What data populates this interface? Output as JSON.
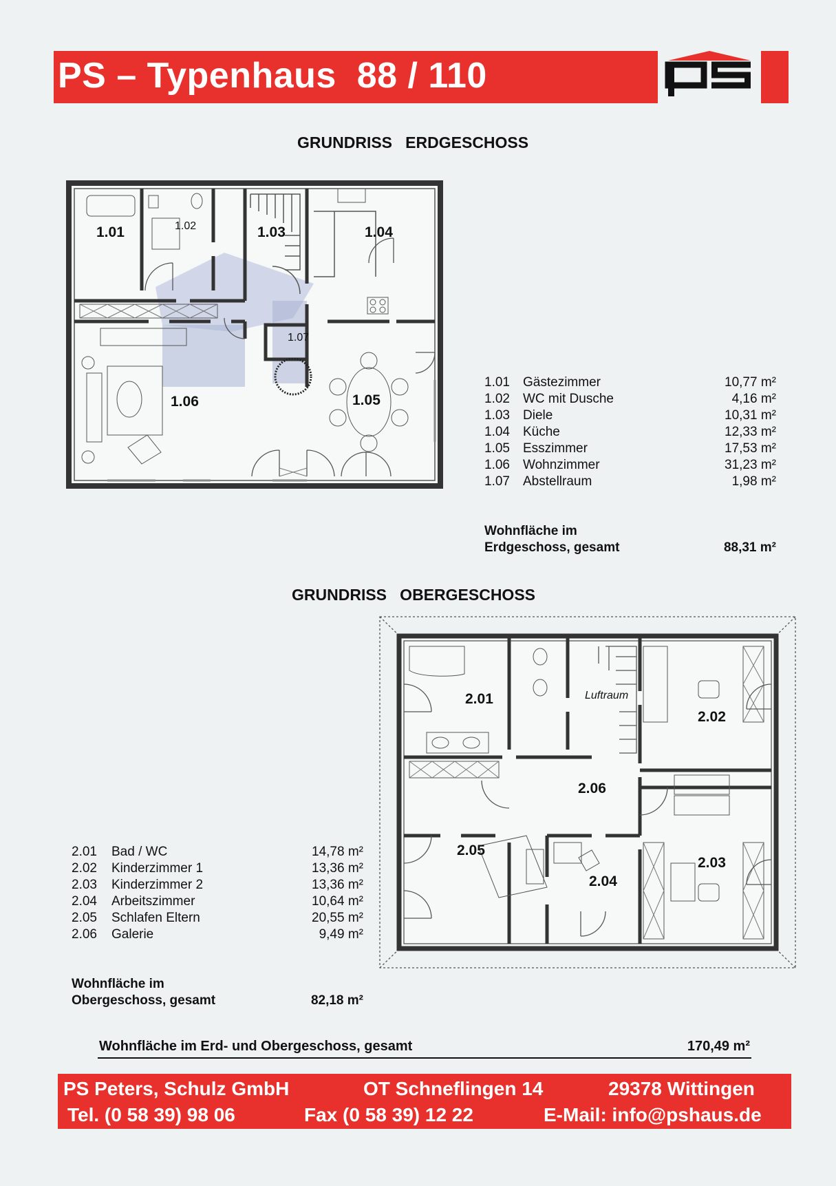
{
  "header": {
    "title": "PS – Typenhaus  88 / 110",
    "logo_text": "ps"
  },
  "ground_floor": {
    "heading": "GRUNDRISS   ERDGESCHOSS",
    "plan_labels": [
      "1.01",
      "1.02",
      "1.03",
      "1.04",
      "1.05",
      "1.06",
      "1.07"
    ],
    "rooms": [
      {
        "num": "1.01",
        "name": "Gästezimmer",
        "area": "10,77 m²"
      },
      {
        "num": "1.02",
        "name": "WC mit Dusche",
        "area": "4,16 m²"
      },
      {
        "num": "1.03",
        "name": "Diele",
        "area": "10,31 m²"
      },
      {
        "num": "1.04",
        "name": "Küche",
        "area": "12,33 m²"
      },
      {
        "num": "1.05",
        "name": "Esszimmer",
        "area": "17,53 m²"
      },
      {
        "num": "1.06",
        "name": "Wohnzimmer",
        "area": "31,23 m²"
      },
      {
        "num": "1.07",
        "name": "Abstellraum",
        "area": "1,98 m²"
      }
    ],
    "total_label_line1": "Wohnfläche im",
    "total_label_line2": "Erdgeschoss, gesamt",
    "total_value": "88,31 m²"
  },
  "upper_floor": {
    "heading": "GRUNDRISS   OBERGESCHOSS",
    "plan_labels": [
      "2.01",
      "2.02",
      "2.03",
      "2.04",
      "2.05",
      "2.06"
    ],
    "luftraum": "Luftraum",
    "rooms": [
      {
        "num": "2.01",
        "name": "Bad / WC",
        "area": "14,78 m²"
      },
      {
        "num": "2.02",
        "name": "Kinderzimmer 1",
        "area": "13,36 m²"
      },
      {
        "num": "2.03",
        "name": "Kinderzimmer 2",
        "area": "13,36 m²"
      },
      {
        "num": "2.04",
        "name": "Arbeitszimmer",
        "area": "10,64 m²"
      },
      {
        "num": "2.05",
        "name": "Schlafen Eltern",
        "area": "20,55 m²"
      },
      {
        "num": "2.06",
        "name": "Galerie",
        "area": "9,49 m²"
      }
    ],
    "total_label_line1": "Wohnfläche im",
    "total_label_line2": "Obergeschoss, gesamt",
    "total_value": "82,18 m²"
  },
  "grand_total": {
    "label": "Wohnfläche im Erd- und Obergeschoss, gesamt",
    "value": "170,49 m²"
  },
  "footer": {
    "company": "PS Peters, Schulz GmbH",
    "street": "OT Schneflingen 14",
    "city": "29378 Wittingen",
    "tel": "Tel. (0 58 39) 98 06",
    "fax": "Fax (0 58 39) 12 22",
    "email": "E-Mail: info@pshaus.de"
  },
  "colors": {
    "brand_red": "#e8312c",
    "paper": "#eef2f2",
    "wall": "#333333",
    "shade_blue": "#9aa6c8"
  }
}
